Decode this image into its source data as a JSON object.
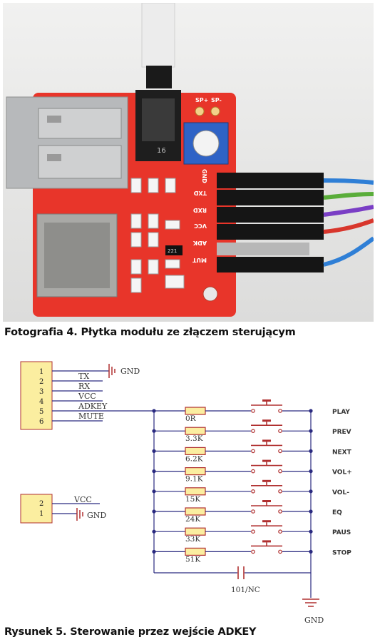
{
  "photo": {
    "pcb_labels": [
      "GND",
      "TXD",
      "RXD",
      "VCC",
      "ADK",
      "MUT"
    ],
    "connector_marks": [
      "SP+",
      "SP-"
    ],
    "jack_mark": "16",
    "chip_mark": "221"
  },
  "caption_photo": "Fotografia 4. Płytka modułu ze złączem sterującym",
  "caption_figure": "Rysunek 5. Sterowanie przez wejście ADKEY",
  "schematic": {
    "header6": {
      "pins": [
        "1",
        "2",
        "3",
        "4",
        "5",
        "6"
      ],
      "nets": [
        "TX",
        "RX",
        "VCC",
        "ADKEY",
        "MUTE"
      ]
    },
    "header2": {
      "pins": [
        "2",
        "1"
      ],
      "nets": [
        "VCC"
      ]
    },
    "gnd_label": "GND",
    "resistors": [
      "0R",
      "3.3K",
      "6.2K",
      "9.1K",
      "15K",
      "24K",
      "33K",
      "51K"
    ],
    "functions": [
      "PLAY",
      "PREV",
      "NEXT",
      "VOL+",
      "VOL-",
      "EQ",
      "PAUS",
      "STOP"
    ],
    "capacitor": "101/NC"
  },
  "colors": {
    "pcb": "#e8352a",
    "wire": "#2a2a80",
    "component": "#b03030",
    "connector": "#fbeea0"
  }
}
